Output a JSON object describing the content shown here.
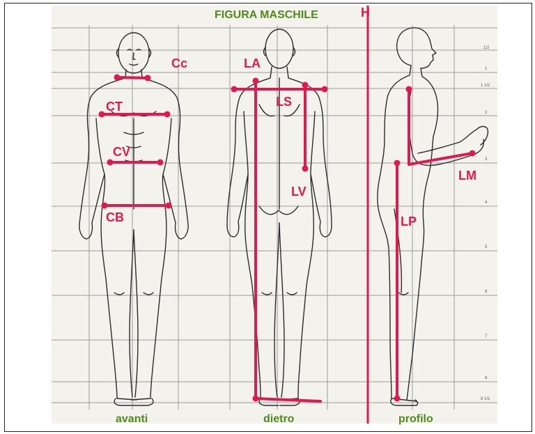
{
  "figure": {
    "title": "FIGURA MASCHILE",
    "views": {
      "front": "avanti",
      "back": "dietro",
      "side": "profilo"
    },
    "height_marker": "H",
    "measure_labels": {
      "cc": "Cc",
      "ct": "CT",
      "cv": "CV",
      "cb": "CB",
      "la": "LA",
      "ls": "LS",
      "lv": "LV",
      "lp": "LP",
      "lm": "LM"
    },
    "scale_ticks": [
      "1/2",
      "1",
      "1 1/2",
      "2",
      "3",
      "4",
      "5",
      "6",
      "7",
      "8",
      "8 1/2"
    ]
  },
  "colors": {
    "measure": "#e0194f",
    "title": "#4f8a1b",
    "view_label": "#4f8a1b",
    "grid": "#9a9a9a",
    "ink": "#2b2b2b"
  }
}
